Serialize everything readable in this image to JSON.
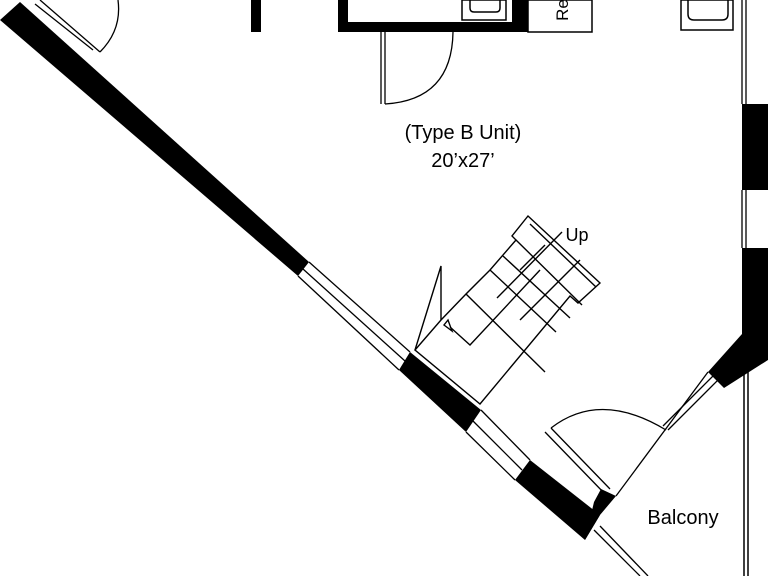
{
  "plan": {
    "unit_type_label": "(Type B Unit)",
    "unit_size_label": "20’x27’",
    "stair_label": "Up",
    "balcony_label": "Balcony",
    "fixture_label": "Re"
  },
  "colors": {
    "wall": "#000000",
    "line": "#000000",
    "background": "#ffffff"
  }
}
